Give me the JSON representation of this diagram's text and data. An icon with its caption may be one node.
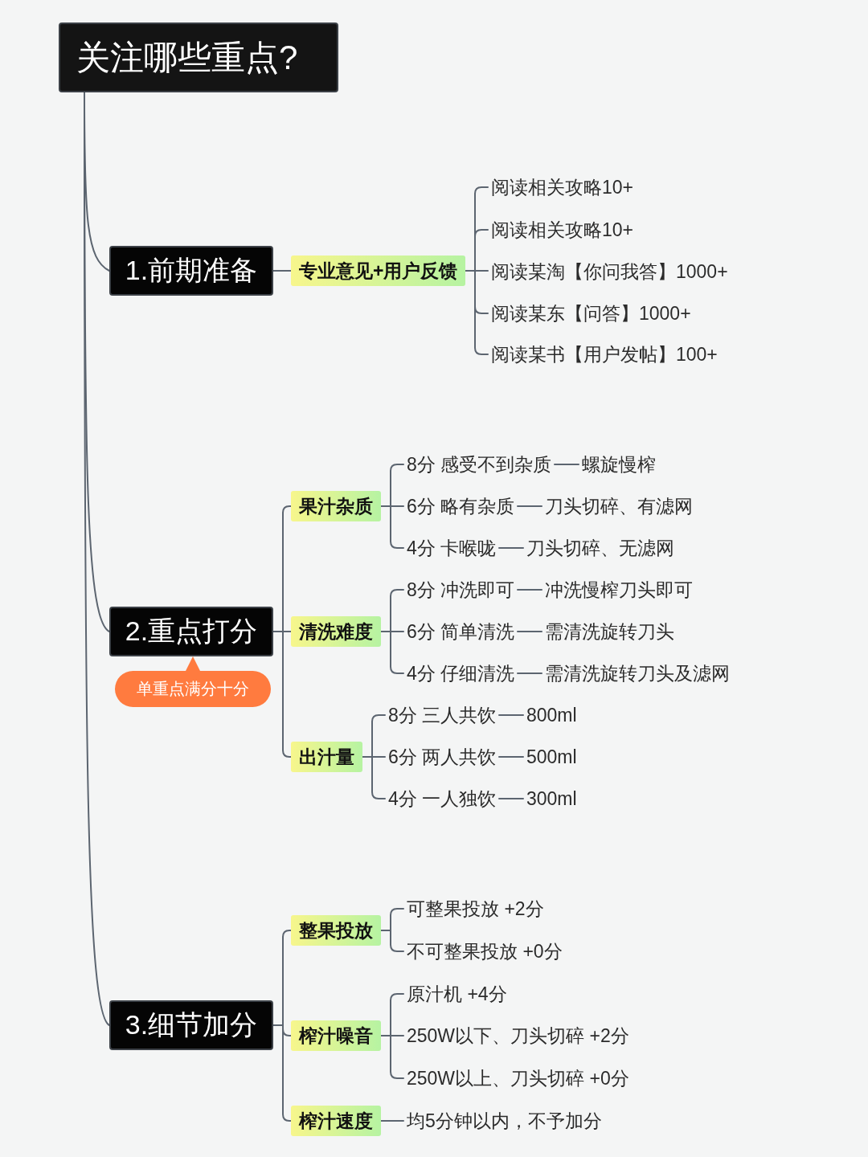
{
  "diagram": {
    "nodes": [
      {
        "text": [
          "关注哪些重点?"
        ]
      },
      {
        "text": [
          "1.前期准备"
        ]
      },
      {
        "text": [
          "专业意见+用户反馈"
        ]
      },
      {
        "text": [
          "阅读相关攻略10+"
        ]
      },
      {
        "text": [
          "阅读相关攻略10+"
        ]
      },
      {
        "text": [
          "阅读某淘【你问我答】1000+"
        ]
      },
      {
        "text": [
          "阅读某东【问答】1000+"
        ]
      },
      {
        "text": [
          "阅读某书【用户发帖】100+"
        ]
      },
      {
        "text": [
          "2.重点打分"
        ]
      },
      {
        "text": [
          "单重点满分十分"
        ]
      },
      {
        "text": [
          "果汁杂质"
        ]
      },
      {
        "text": [
          "8分 感受不到杂质"
        ]
      },
      {
        "text": [
          "螺旋慢榨"
        ]
      },
      {
        "text": [
          "6分 略有杂质"
        ]
      },
      {
        "text": [
          "刀头切碎、有滤网"
        ]
      },
      {
        "text": [
          "4分 卡喉咙"
        ]
      },
      {
        "text": [
          "刀头切碎、无滤网"
        ]
      },
      {
        "text": [
          "清洗难度"
        ]
      },
      {
        "text": [
          "8分 冲洗即可"
        ]
      },
      {
        "text": [
          "冲洗慢榨刀头即可"
        ]
      },
      {
        "text": [
          "6分 简单清洗"
        ]
      },
      {
        "text": [
          "需清洗旋转刀头"
        ]
      },
      {
        "text": [
          "4分 仔细清洗"
        ]
      },
      {
        "text": [
          "需清洗旋转刀头及滤网"
        ]
      },
      {
        "text": [
          "出汁量"
        ]
      },
      {
        "text": [
          "8分 三人共饮"
        ]
      },
      {
        "text": [
          "800ml"
        ]
      },
      {
        "text": [
          "6分 两人共饮"
        ]
      },
      {
        "text": [
          "500ml"
        ]
      },
      {
        "text": [
          "4分 一人独饮"
        ]
      },
      {
        "text": [
          "300ml"
        ]
      },
      {
        "text": [
          "3.细节加分"
        ]
      },
      {
        "text": [
          "整果投放"
        ]
      },
      {
        "text": [
          "可整果投放 +2分"
        ]
      },
      {
        "text": [
          "不可整果投放 +0分"
        ]
      },
      {
        "text": [
          "榨汁噪音"
        ]
      },
      {
        "text": [
          "原汁机 +4分"
        ]
      },
      {
        "text": [
          "250W以下、刀头切碎 +2分"
        ]
      },
      {
        "text": [
          "250W以上、刀头切碎 +0分"
        ]
      },
      {
        "text": [
          "榨汁速度"
        ]
      },
      {
        "text": [
          "均5分钟以内，不予加分"
        ]
      }
    ],
    "edges": [
      {
        "from": 0,
        "to": 1,
        "arrow": "none"
      },
      {
        "from": 0,
        "to": 8,
        "arrow": "none"
      },
      {
        "from": 0,
        "to": 31,
        "arrow": "none"
      },
      {
        "from": 1,
        "to": 2,
        "arrow": "none"
      },
      {
        "from": 2,
        "to": 3,
        "arrow": "none"
      },
      {
        "from": 2,
        "to": 4,
        "arrow": "none"
      },
      {
        "from": 2,
        "to": 5,
        "arrow": "none"
      },
      {
        "from": 2,
        "to": 6,
        "arrow": "none"
      },
      {
        "from": 2,
        "to": 7,
        "arrow": "none"
      },
      {
        "from": 8,
        "to": 10,
        "arrow": "none"
      },
      {
        "from": 8,
        "to": 17,
        "arrow": "none"
      },
      {
        "from": 8,
        "to": 24,
        "arrow": "none"
      },
      {
        "from": 10,
        "to": 11,
        "arrow": "none"
      },
      {
        "from": 10,
        "to": 13,
        "arrow": "none"
      },
      {
        "from": 10,
        "to": 15,
        "arrow": "none"
      },
      {
        "from": 11,
        "to": 12,
        "arrow": "none"
      },
      {
        "from": 13,
        "to": 14,
        "arrow": "none"
      },
      {
        "from": 15,
        "to": 16,
        "arrow": "none"
      },
      {
        "from": 17,
        "to": 18,
        "arrow": "none"
      },
      {
        "from": 17,
        "to": 20,
        "arrow": "none"
      },
      {
        "from": 17,
        "to": 22,
        "arrow": "none"
      },
      {
        "from": 18,
        "to": 19,
        "arrow": "none"
      },
      {
        "from": 20,
        "to": 21,
        "arrow": "none"
      },
      {
        "from": 22,
        "to": 23,
        "arrow": "none"
      },
      {
        "from": 24,
        "to": 25,
        "arrow": "none"
      },
      {
        "from": 24,
        "to": 27,
        "arrow": "none"
      },
      {
        "from": 24,
        "to": 29,
        "arrow": "none"
      },
      {
        "from": 25,
        "to": 26,
        "arrow": "none"
      },
      {
        "from": 27,
        "to": 28,
        "arrow": "none"
      },
      {
        "from": 29,
        "to": 30,
        "arrow": "none"
      },
      {
        "from": 31,
        "to": 32,
        "arrow": "none"
      },
      {
        "from": 31,
        "to": 35,
        "arrow": "none"
      },
      {
        "from": 31,
        "to": 39,
        "arrow": "none"
      },
      {
        "from": 32,
        "to": 33,
        "arrow": "none"
      },
      {
        "from": 32,
        "to": 34,
        "arrow": "none"
      },
      {
        "from": 35,
        "to": 36,
        "arrow": "none"
      },
      {
        "from": 35,
        "to": 37,
        "arrow": "none"
      },
      {
        "from": 35,
        "to": 38,
        "arrow": "none"
      },
      {
        "from": 39,
        "to": 40,
        "arrow": "none"
      }
    ]
  }
}
